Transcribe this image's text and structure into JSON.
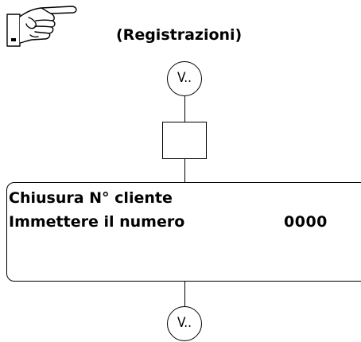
{
  "header": {
    "icon": "pointing-hand-icon",
    "title": "(Registrazioni)"
  },
  "flow": {
    "connector_top_label": "V..",
    "connector_bottom_label": "V..",
    "action_key_label": ""
  },
  "display": {
    "line1": "Chiusura N° cliente",
    "line2_label": "Immettere il numero",
    "line2_value": "0000"
  }
}
